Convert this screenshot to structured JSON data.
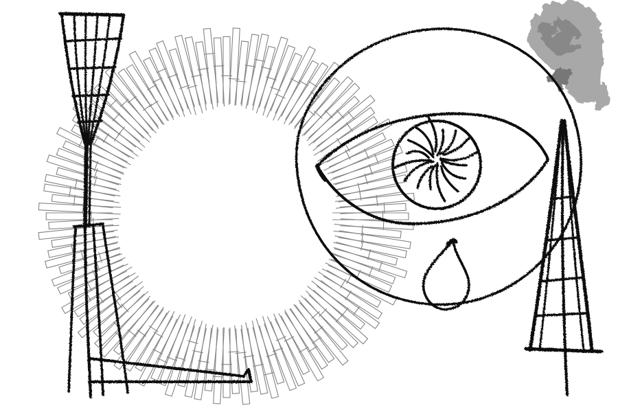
{
  "scene": {
    "background": "#ffffff",
    "ink": "#0a0a0a",
    "pencil": "#777777",
    "stain": "#9a9a9a",
    "elements": [
      "hatched-sun-ring",
      "whisk-broom-left",
      "bracket-left",
      "eye-circle",
      "eye",
      "iris",
      "teardrop",
      "woven-cone-right",
      "gray-stain"
    ]
  }
}
